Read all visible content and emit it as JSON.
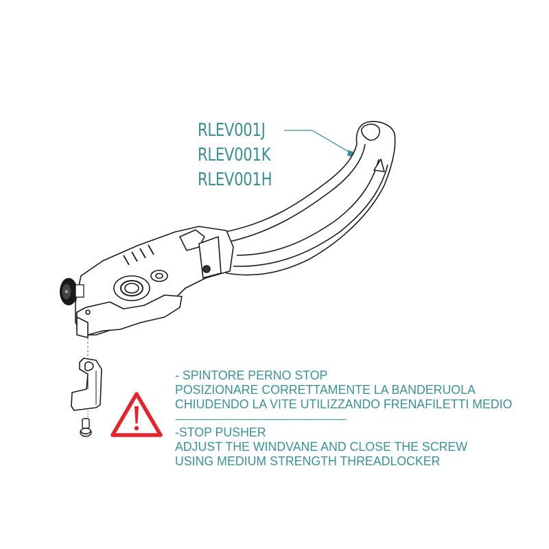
{
  "diagram": {
    "type": "exploded-assembly-instruction",
    "subject": "brake lever with stop pusher"
  },
  "part_codes": [
    "RLEV001J",
    "RLEV001K",
    "RLEV001H"
  ],
  "warning_icon": "warning-triangle-exclamation-icon",
  "notes": {
    "it_title": "- SPINTORE PERNO STOP",
    "it_line1": "POSIZIONARE CORRETTAMENTE LA BANDERUOLA",
    "it_line2": "CHIUDENDO LA VITE UTILIZZANDO FRENAFILETTI MEDIO",
    "separator": "------------------------------------------------------------------------",
    "en_title": "-STOP PUSHER",
    "en_line1": "ADJUST THE WINDVANE AND CLOSE THE SCREW",
    "en_line2": "USING MEDIUM STRENGTH THREADLOCKER"
  },
  "colors": {
    "text_teal": "#3a9296",
    "warning_red": "#e4232b",
    "line_art": "#1a1a1a"
  }
}
